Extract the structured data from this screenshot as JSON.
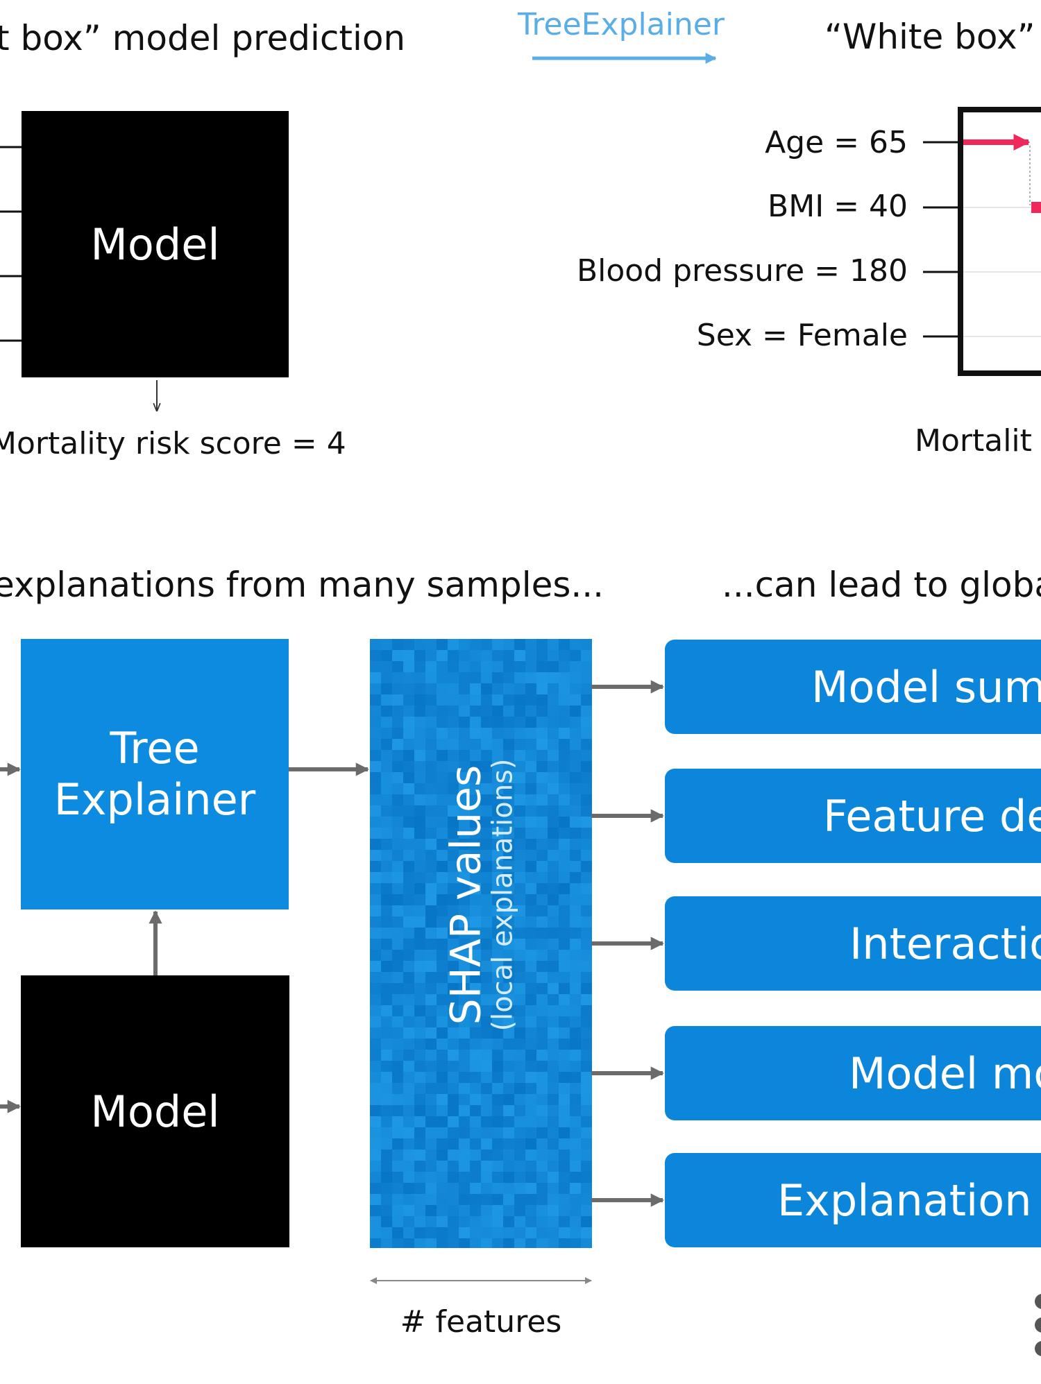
{
  "top": {
    "left_heading": "t box” model prediction",
    "explainer_label": "TreeExplainer",
    "right_heading": "“White box”",
    "model_label": "Model",
    "output_label": "Mortality risk score = 4",
    "right_output_label": "Mortalit",
    "features": [
      "Age = 65",
      "BMI = 40",
      "Blood pressure = 180",
      "Sex = Female"
    ]
  },
  "bottom": {
    "left_heading": "explanations from many samples...",
    "right_heading": "...can lead to globa",
    "explainer_box": [
      "Tree",
      "Explainer"
    ],
    "model_label": "Model",
    "shap_title": "SHAP values",
    "shap_subtitle": "(local explanations)",
    "features_label": "# features",
    "outputs": [
      "Model sum",
      "Feature de",
      "Interactio",
      "Model mo",
      "Explanation e"
    ]
  },
  "colors": {
    "blue_box": "#0d8be0",
    "accent_light_blue": "#5aaee8",
    "impact_arrow": "#f0285a",
    "arrow_gray": "#6b6b6b"
  }
}
